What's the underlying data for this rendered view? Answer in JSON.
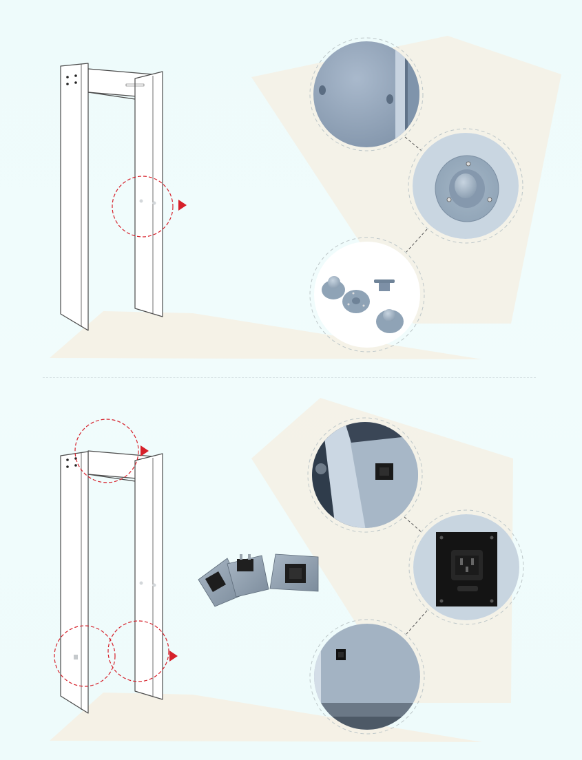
{
  "scene": {
    "accent_color": "#d6202a",
    "frame_line_color": "#4a4a4a",
    "frame_fill_color": "#ffffff",
    "beam_color": "#f6efe1",
    "detail_metal_color": "#8fa2b6",
    "detail_dark_color": "#1d1d1d"
  },
  "panels": [
    {
      "name": "mounting-feet-panel",
      "subject": "walk-through-metal-detector-gate",
      "highlights": [
        "side-panel-rivets"
      ],
      "details": [
        "rivet-holes-closeup",
        "rubber-foot-closeup",
        "rubber-feet-parts"
      ]
    },
    {
      "name": "power-socket-panel",
      "subject": "walk-through-metal-detector-gate",
      "highlights": [
        "top-beam-corner",
        "lower-left-socket",
        "lower-right-socket"
      ],
      "details": [
        "socket-mounted-closeup",
        "iec-socket-closeup",
        "socket-on-panel-closeup"
      ],
      "loose_parts": [
        "power-socket-modules"
      ]
    }
  ]
}
